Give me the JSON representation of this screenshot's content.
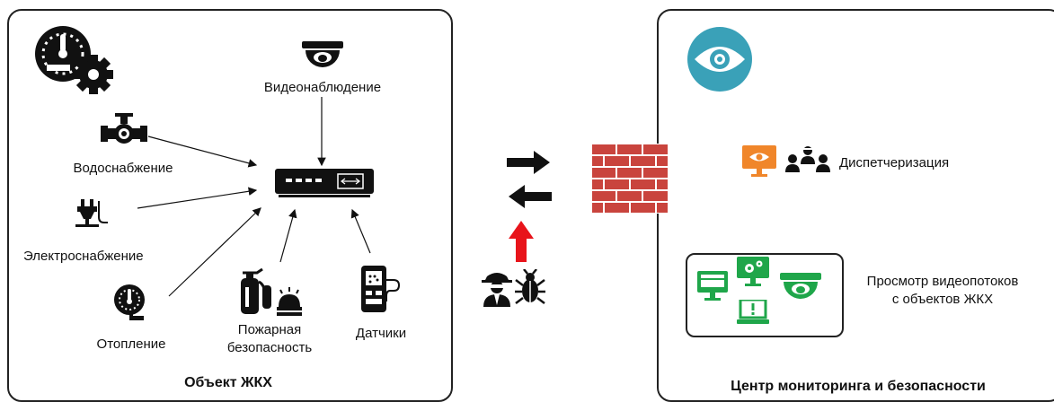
{
  "left_panel": {
    "title": "Объект ЖКХ",
    "items": {
      "video": "Видеонаблюдение",
      "water": "Водоснабжение",
      "power": "Электроснабжение",
      "heating": "Отопление",
      "fire_line1": "Пожарная",
      "fire_line2": "безопасность",
      "sensors": "Датчики"
    }
  },
  "right_panel": {
    "title": "Центр мониторинга и безопасности",
    "dispatch": "Диспетчеризация",
    "video_view_line1": "Просмотр видеопотоков",
    "video_view_line2": "с объектов ЖКХ"
  },
  "colors": {
    "teal": "#3aa1b8",
    "orange": "#f0862a",
    "green": "#1fa64a",
    "brick": "#c9443d",
    "red_arrow": "#e8141b"
  }
}
